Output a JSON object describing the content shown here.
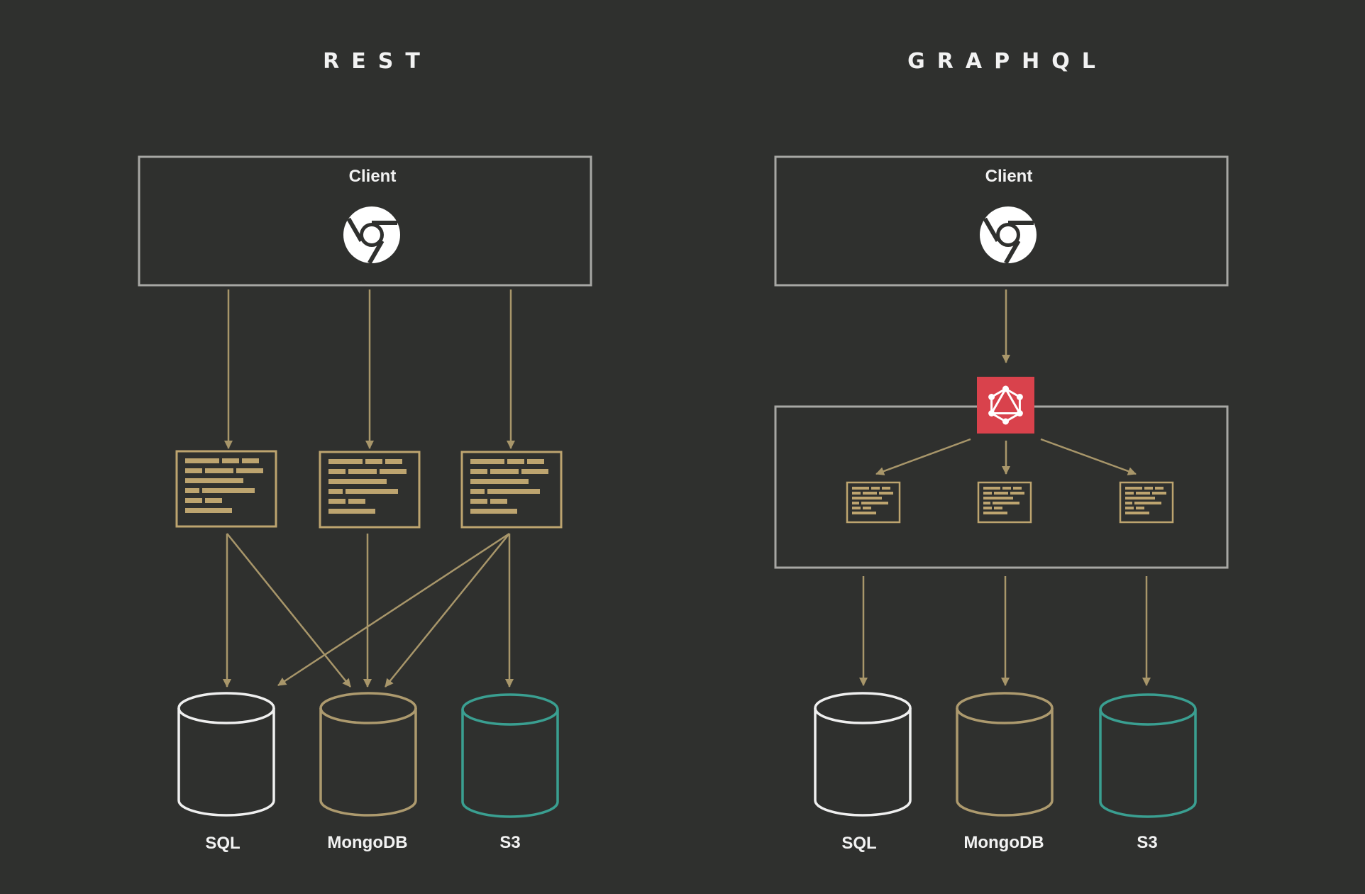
{
  "colors": {
    "background": "#2f302e",
    "frame": "#a7a7a4",
    "arrow": "#a8966a",
    "doc": "#bda46f",
    "sql": "#efefef",
    "mongodb": "#ad9a6e",
    "s3": "#3a9f91",
    "graphql_badge": "#d9424c",
    "text": "#f2f2f2"
  },
  "rest": {
    "title": "REST",
    "client_label": "Client",
    "client_icon": "chrome-icon",
    "endpoint_icon": "document-icon",
    "endpoint_count": 3,
    "databases": [
      {
        "key": "sql",
        "label": "SQL"
      },
      {
        "key": "mongodb",
        "label": "MongoDB"
      },
      {
        "key": "s3",
        "label": "S3"
      }
    ],
    "connections": [
      [
        0,
        0
      ],
      [
        0,
        1
      ],
      [
        1,
        1
      ],
      [
        2,
        0
      ],
      [
        2,
        1
      ],
      [
        2,
        2
      ]
    ]
  },
  "graphql": {
    "title": "GRAPHQL",
    "client_label": "Client",
    "client_icon": "chrome-icon",
    "server_icon": "graphql-logo-icon",
    "resolver_icon": "document-icon",
    "resolver_count": 3,
    "databases": [
      {
        "key": "sql",
        "label": "SQL"
      },
      {
        "key": "mongodb",
        "label": "MongoDB"
      },
      {
        "key": "s3",
        "label": "S3"
      }
    ]
  }
}
